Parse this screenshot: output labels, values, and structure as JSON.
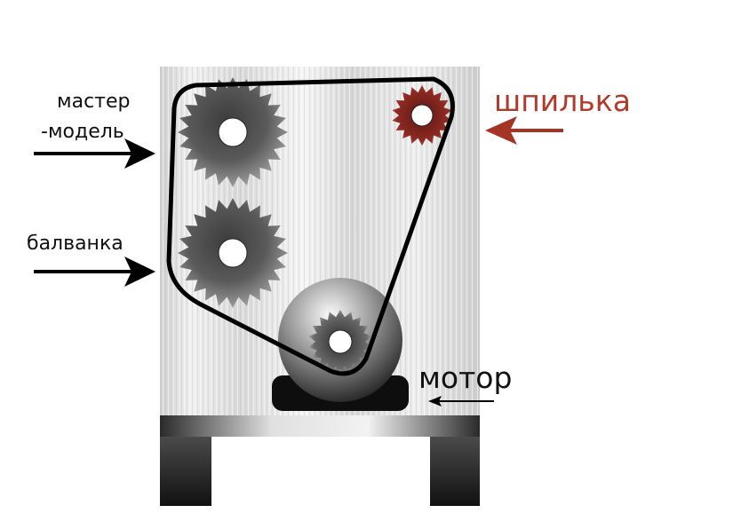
{
  "labels": {
    "master_line1": "мастер",
    "master_line2": "-модель",
    "blank": "балванка",
    "pin": "шпилька",
    "motor": "мотор"
  },
  "colors": {
    "pin_label": "#b23a2a",
    "pin_arrow": "#a63424",
    "pin_gear": "#8e2a22",
    "gear_gray": "#707070",
    "belt": "#000000",
    "panel_light": "#eeeeee",
    "panel_dark": "#cfcfcf"
  },
  "icons": {
    "arrow_master": "arrow-right-icon",
    "arrow_blank": "arrow-right-icon",
    "arrow_pin": "arrow-left-icon",
    "arrow_motor": "arrow-left-icon",
    "gear_master": "gear-icon",
    "gear_blank": "gear-icon",
    "gear_pin": "gear-icon",
    "gear_motor": "gear-icon"
  }
}
